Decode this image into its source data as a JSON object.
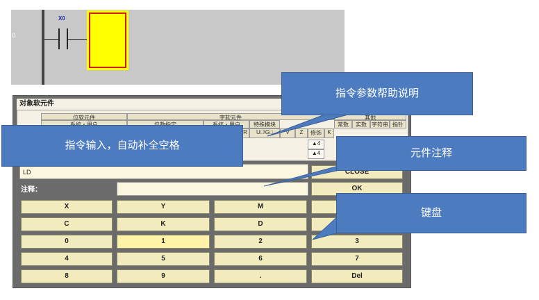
{
  "ladder": {
    "step_number": "0",
    "contact_label": "X0"
  },
  "dialog": {
    "title": "对象软元件",
    "table": {
      "group_bit": "位软元件",
      "group_word": "字软元件",
      "group_other": "其他",
      "sub_headers": [
        "系统・用户",
        "位数指定",
        "系统・用户",
        "特殊模块"
      ],
      "col_headers": [
        "R",
        "U□\\G□",
        "V",
        "Z",
        "修饰",
        "K"
      ],
      "other_headers": [
        "常数",
        "实数",
        "字符串",
        "指针"
      ],
      "rows": [
        [
          "▲4"
        ],
        [
          "▲4"
        ]
      ]
    },
    "instruction_value": "LD",
    "comment_label": "注释：",
    "buttons": {
      "close": "CLOSE",
      "ok": "OK"
    },
    "keypad": [
      [
        "X",
        "Y",
        "M"
      ],
      [
        "C",
        "K",
        "D"
      ],
      [
        "0",
        "1",
        "2",
        "3"
      ],
      [
        "4",
        "5",
        "6",
        "7"
      ],
      [
        "8",
        "9",
        ".",
        "Del"
      ]
    ]
  },
  "callouts": {
    "help": "指令参数帮助说明",
    "input": "指令输入，自动补全空格",
    "comment": "元件注释",
    "keyboard": "键盘"
  },
  "colors": {
    "callout": "#4c7bbf",
    "key": "#f2ebbd",
    "cursor_fill": "#ffff00",
    "cursor_border": "#d02020",
    "dialog_bg": "#6b6b6b"
  }
}
